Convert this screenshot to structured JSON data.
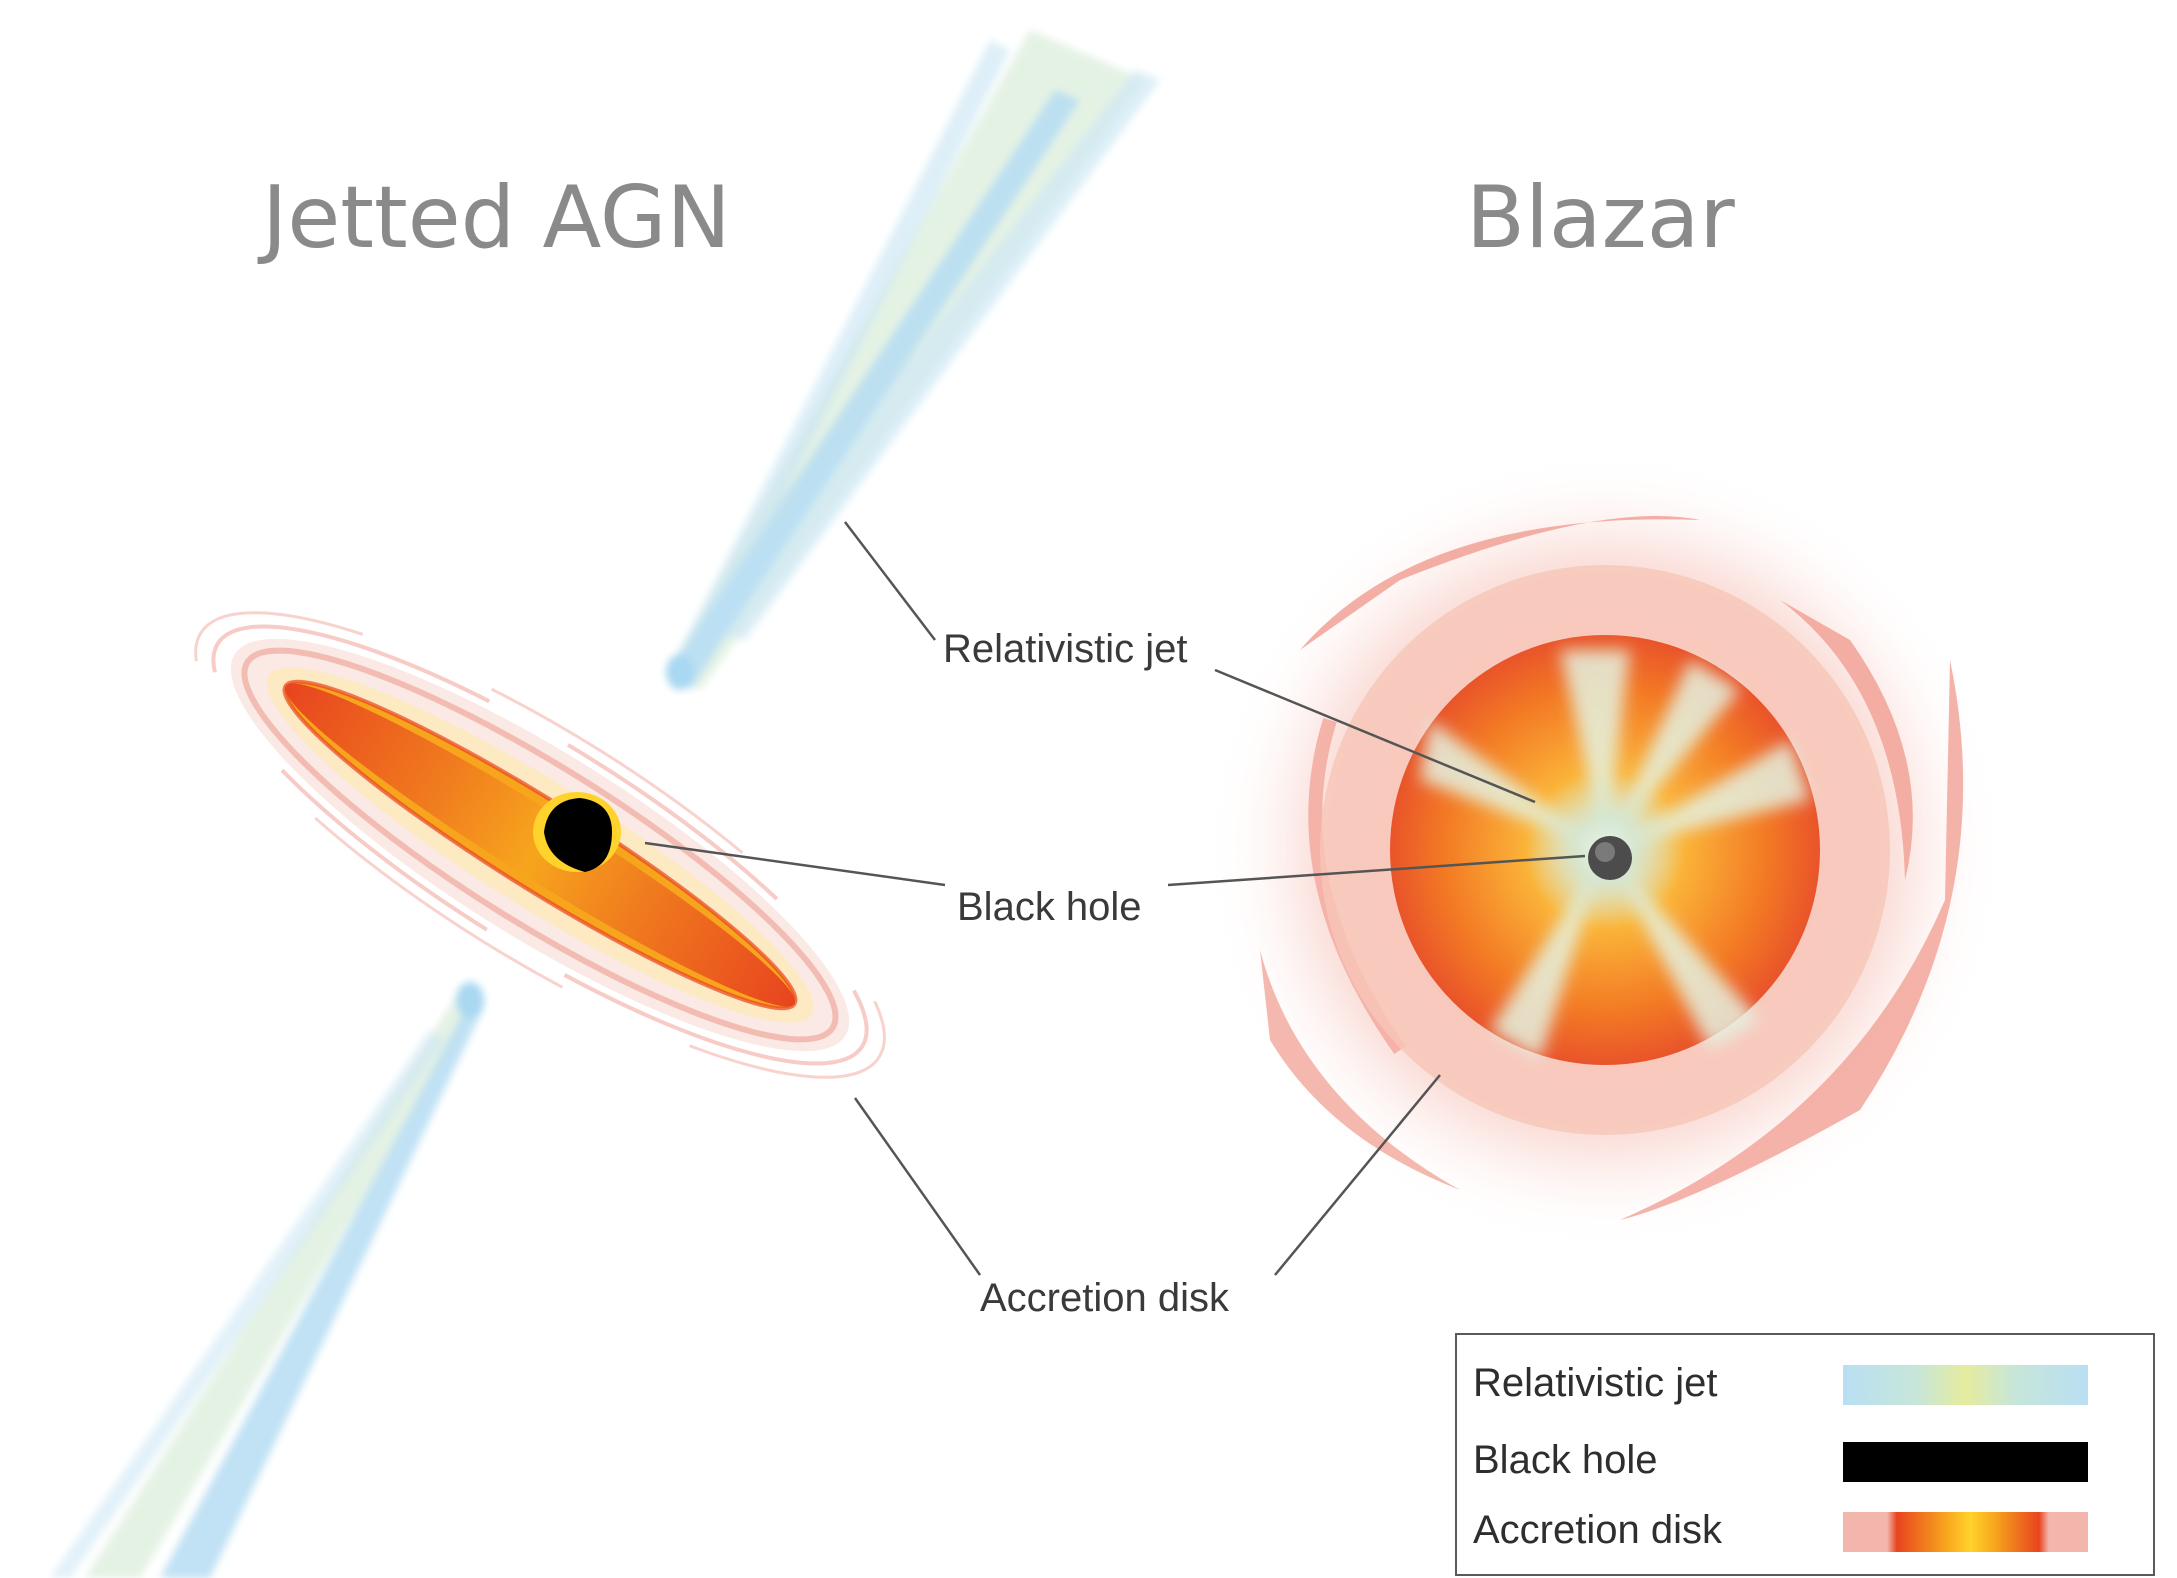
{
  "titles": {
    "left": "Jetted AGN",
    "right": "Blazar"
  },
  "callouts": {
    "relativistic_jet": "Relativistic jet",
    "black_hole": "Black hole",
    "accretion_disk": "Accretion disk"
  },
  "legend": {
    "items": [
      {
        "label": "Relativistic jet",
        "swatch": "jet-gradient",
        "colors": [
          "#b9dff3",
          "#c7e6d9",
          "#e6ec9e"
        ]
      },
      {
        "label": "Black hole",
        "swatch": "solid-black",
        "colors": [
          "#000000"
        ]
      },
      {
        "label": "Accretion disk",
        "swatch": "disk-gradient",
        "colors": [
          "#f3b6ad",
          "#e8441f",
          "#f7a51d",
          "#ffd22c"
        ]
      }
    ]
  },
  "colors": {
    "title_text": "#8a8a8a",
    "label_text": "#3a3a3a",
    "leader_line": "#555555",
    "jet_blue": "#b9dff3",
    "jet_green": "#cde8c8",
    "disk_pink": "#f3b6ad",
    "disk_orange": "#f07a1e",
    "disk_red": "#e8441f",
    "disk_yellow": "#ffd22c",
    "black_hole": "#000000"
  }
}
